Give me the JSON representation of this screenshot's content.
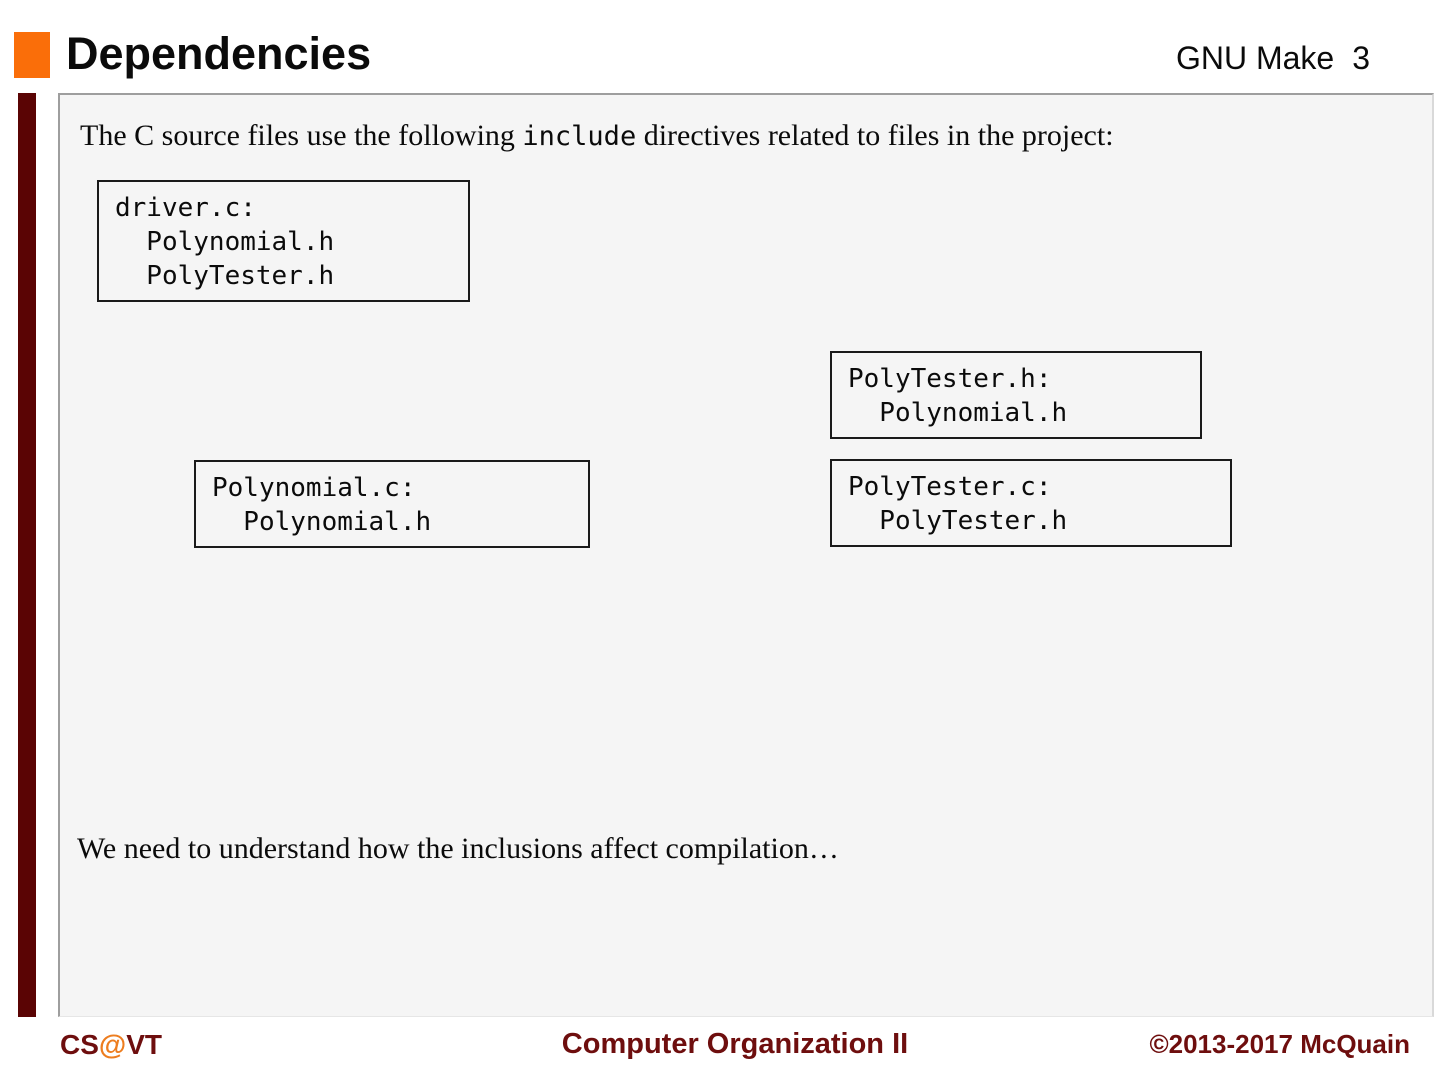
{
  "header": {
    "title": "Dependencies",
    "topic_label": "GNU Make",
    "slide_number": "3"
  },
  "content": {
    "intro_pre": "The C source files use the following ",
    "intro_code": "include",
    "intro_post": " directives related to files in the project:",
    "boxes": [
      {
        "name": "driver-c",
        "lines": [
          "driver.c:",
          "  Polynomial.h",
          "  PolyTester.h"
        ]
      },
      {
        "name": "polytester-h",
        "lines": [
          "PolyTester.h:",
          "  Polynomial.h"
        ]
      },
      {
        "name": "polynomial-c",
        "lines": [
          "Polynomial.c:",
          "  Polynomial.h"
        ]
      },
      {
        "name": "polytester-c",
        "lines": [
          "PolyTester.c:",
          "  PolyTester.h"
        ]
      }
    ],
    "closing": "We need to understand how the inclusions affect compilation…"
  },
  "footer": {
    "left_cs": "CS",
    "left_at": "@",
    "left_vt": "VT",
    "center": "Computer Organization II",
    "right": "©2013-2017 McQuain"
  },
  "colors": {
    "accent_orange": "#fa6e09",
    "at_orange": "#ed7d1f",
    "maroon_bar": "#5a0404",
    "footer_maroon": "#6e0e0e",
    "panel_background": "#f5f5f5",
    "panel_border": "#9e9e9e",
    "box_border": "#1a1a1a"
  }
}
